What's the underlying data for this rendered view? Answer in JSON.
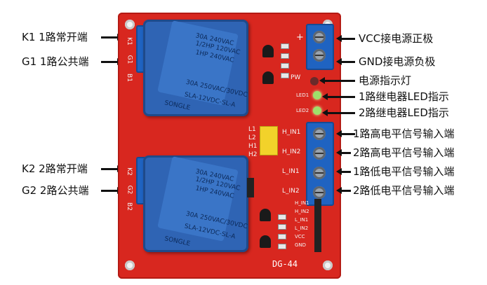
{
  "left_labels": [
    "K1 1路常开端",
    "G1 1路公共端",
    "K2 2路常开端",
    "G2 2路公共端"
  ],
  "right_labels": [
    "VCC接电源正极",
    "GND接电源负极",
    "电源指示灯",
    "1路继电器LED指示",
    "2路继电器LED指示",
    "1路高电平信号输入端",
    "2路高电平信号输入端",
    "1路低电平信号输入端",
    "2路低电平信号输入端"
  ],
  "board": {
    "model": "DG-44",
    "relay_text": [
      "SONGLE",
      "SLA-12VDC-SL-A",
      "30A 250VAC/30VDC",
      "30A 240VAC",
      "1/2HP 120VAC",
      "1HP 240VAC"
    ],
    "silk_left": [
      "K1",
      "G1",
      "B1",
      "K2",
      "G2",
      "B2"
    ],
    "silk_mid": [
      "L1",
      "L2",
      "H1",
      "H2",
      "PW",
      "LED1",
      "LED2"
    ],
    "silk_inputs": [
      "H_IN1",
      "H_IN2",
      "L_IN1",
      "L_IN2"
    ],
    "silk_header": [
      "H_IN1",
      "H_IN2",
      "L_IN1",
      "L_IN2",
      "VCC",
      "GND"
    ],
    "plus": "+"
  },
  "colors": {
    "pcb": "#d8271f",
    "relay": "#2f64b4",
    "terminal": "#1f63c1",
    "jumper": "#f2d22a",
    "led": "#9fe06a"
  }
}
